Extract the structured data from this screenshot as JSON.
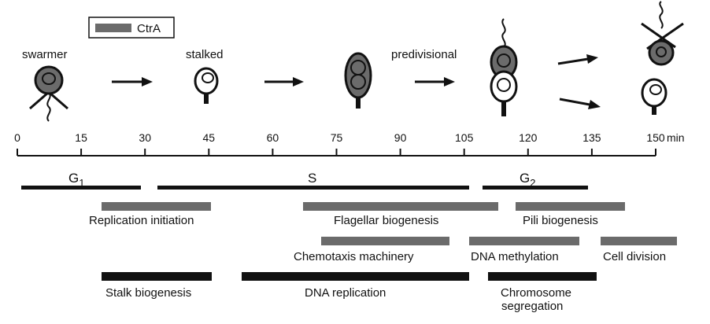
{
  "legend": {
    "label": "CtrA",
    "color": "#6b6b6b"
  },
  "stages": {
    "swarmer": "swarmer",
    "stalked": "stalked",
    "predivisional": "predivisional"
  },
  "axis": {
    "unit": "min",
    "ticks": [
      "0",
      "15",
      "30",
      "45",
      "60",
      "75",
      "90",
      "105",
      "120",
      "135",
      "150"
    ]
  },
  "phases": {
    "g1": {
      "base": "G",
      "sub": "1"
    },
    "s": "S",
    "g2": {
      "base": "G",
      "sub": "2"
    }
  },
  "processes": {
    "replication_initiation": "Replication initiation",
    "flagellar_biogenesis": "Flagellar biogenesis",
    "pili_biogenesis": "Pili biogenesis",
    "chemotaxis_machinery": "Chemotaxis machinery",
    "dna_methylation": "DNA methylation",
    "cell_division": "Cell division",
    "stalk_biogenesis": "Stalk biogenesis",
    "dna_replication": "DNA replication",
    "chromosome_segregation_line1": "Chromosome",
    "chromosome_segregation_line2": "segregation"
  },
  "colors": {
    "black": "#111111",
    "gray": "#6b6b6b",
    "white": "#ffffff"
  }
}
